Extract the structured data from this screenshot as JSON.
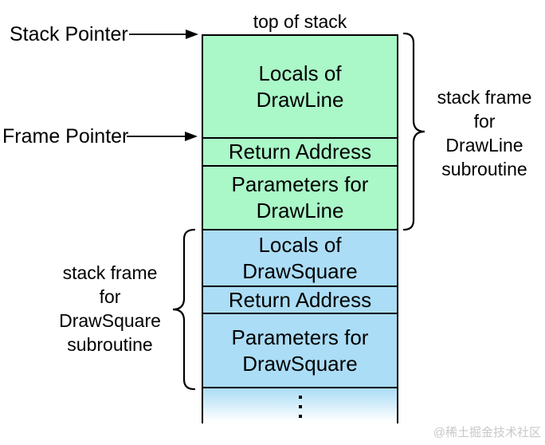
{
  "colors": {
    "drawline_frame_green": "#aaf7c8",
    "drawsquare_frame_blue": "#abddf6",
    "outline": "#000000",
    "watermark_gray": "#c8c8c8",
    "background": "#ffffff"
  },
  "pointers": {
    "stack_pointer": "Stack Pointer",
    "frame_pointer": "Frame Pointer"
  },
  "stack": {
    "top_label": "top of stack",
    "sections": [
      {
        "line1": "Locals of",
        "line2": "DrawLine"
      },
      {
        "line1": "Return Address"
      },
      {
        "line1": "Parameters for",
        "line2": "DrawLine"
      },
      {
        "line1": "Locals of",
        "line2": "DrawSquare"
      },
      {
        "line1": "Return Address"
      },
      {
        "line1": "Parameters for",
        "line2": "DrawSquare"
      }
    ],
    "continuation_icon": "vertical-ellipsis"
  },
  "braces": {
    "drawline": {
      "line1": "stack frame",
      "line2": "for",
      "line3": "DrawLine",
      "line4": "subroutine"
    },
    "drawsquare": {
      "line1": "stack frame",
      "line2": "for",
      "line3": "DrawSquare",
      "line4": "subroutine"
    }
  },
  "watermark": "@稀土掘金技术社区"
}
